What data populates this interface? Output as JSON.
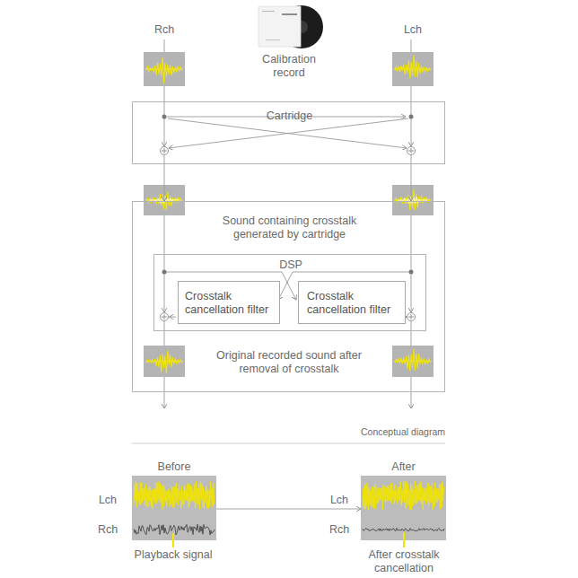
{
  "diagram": {
    "nodes": [
      {
        "text": [
          "Cartridge"
        ]
      },
      {
        "text": [
          "Sound containing crosstalk generated by cartridge",
          "Original recorded sound after removal of crosstalk"
        ]
      },
      {
        "text": [
          "DSP"
        ],
        "in": 1
      },
      {
        "text": [
          "Crosstalk cancellation filter"
        ],
        "in": 2
      },
      {
        "text": [
          "Crosstalk cancellation filter"
        ],
        "in": 2
      },
      {
        "text": [
          "Before"
        ]
      },
      {
        "text": [
          "After"
        ]
      }
    ],
    "edges": [
      {
        "from": 0,
        "to": 1,
        "arrow": "to"
      },
      {
        "from": 0,
        "to": 1,
        "arrow": "to"
      },
      {
        "from": 5,
        "to": 6,
        "arrow": "to"
      }
    ],
    "labels": [
      "Rch",
      "Lch",
      "Calibration record",
      "Conceptual diagram",
      "Lch",
      "Rch",
      "Playback signal",
      "Lch",
      "Rch",
      "After crosstalk cancellation"
    ]
  }
}
